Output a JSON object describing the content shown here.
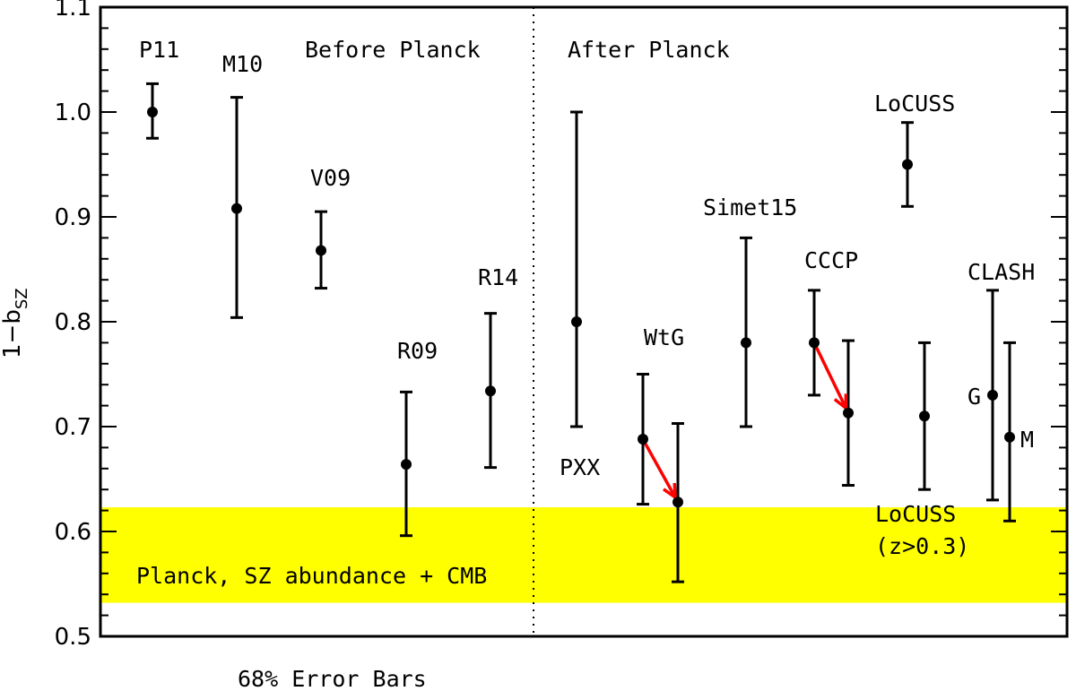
{
  "chart_data": {
    "type": "scatter",
    "ylabel": "1−b",
    "ylabel_sub": "SZ",
    "ylim": [
      0.5,
      1.1
    ],
    "yticks": [
      0.5,
      0.6,
      0.7,
      0.8,
      0.9,
      1.0,
      1.1
    ],
    "ytick_labels": [
      "0.5",
      "0.6",
      "0.7",
      "0.8",
      "0.9",
      "1.0",
      "1.1"
    ],
    "footer": "68% Error Bars",
    "sections": [
      "Before Planck",
      "After Planck"
    ],
    "band": {
      "label": "Planck, SZ abundance + CMB",
      "ymin": 0.532,
      "ymax": 0.623,
      "color": "#ffff00"
    },
    "points": [
      {
        "label": "P11",
        "y": 1.0,
        "lo": 0.975,
        "hi": 1.027
      },
      {
        "label": "M10",
        "y": 0.908,
        "lo": 0.804,
        "hi": 1.014
      },
      {
        "label": "V09",
        "y": 0.868,
        "lo": 0.832,
        "hi": 0.905
      },
      {
        "label": "R09",
        "y": 0.664,
        "lo": 0.596,
        "hi": 0.733
      },
      {
        "label": "R14",
        "y": 0.734,
        "lo": 0.661,
        "hi": 0.808
      },
      {
        "label": "PXX",
        "y": 0.8,
        "lo": 0.7,
        "hi": 1.0
      },
      {
        "label": "WtG",
        "y": 0.688,
        "lo": 0.626,
        "hi": 0.75
      },
      {
        "label": "",
        "y": 0.628,
        "lo": 0.552,
        "hi": 0.703
      },
      {
        "label": "Simet15",
        "y": 0.78,
        "lo": 0.7,
        "hi": 0.88
      },
      {
        "label": "CCCP",
        "y": 0.78,
        "lo": 0.73,
        "hi": 0.83
      },
      {
        "label": "",
        "y": 0.713,
        "lo": 0.644,
        "hi": 0.782
      },
      {
        "label": "LoCUSS",
        "y": 0.95,
        "lo": 0.91,
        "hi": 0.99
      },
      {
        "label": "",
        "y": 0.71,
        "lo": 0.64,
        "hi": 0.78
      },
      {
        "label": "G",
        "y": 0.73,
        "lo": 0.63,
        "hi": 0.83
      },
      {
        "label": "M",
        "y": 0.69,
        "lo": 0.61,
        "hi": 0.78
      }
    ],
    "annotations": [
      "LoCUSS",
      "(z>0.3)",
      "CLASH"
    ],
    "arrows": [
      {
        "from": 6,
        "to": 7,
        "color": "#ff0000"
      },
      {
        "from": 9,
        "to": 10,
        "color": "#ff0000"
      }
    ],
    "grid": false
  }
}
